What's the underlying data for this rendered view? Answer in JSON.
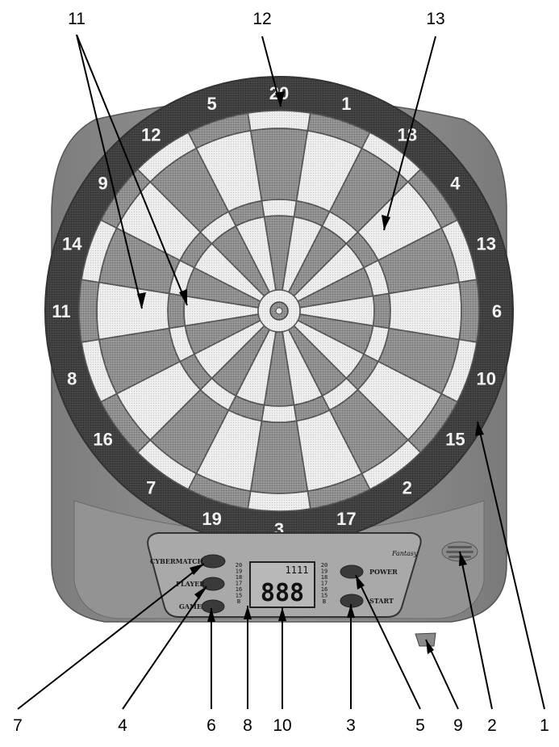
{
  "callouts": {
    "top": [
      "11",
      "12",
      "13"
    ],
    "bottom": [
      "7",
      "4",
      "6",
      "8",
      "10",
      "3",
      "5",
      "9",
      "2",
      "1"
    ]
  },
  "board_numbers": [
    "20",
    "1",
    "18",
    "4",
    "13",
    "6",
    "10",
    "15",
    "2",
    "17",
    "3",
    "19",
    "7",
    "16",
    "8",
    "11",
    "14",
    "9",
    "12",
    "5"
  ],
  "panel": {
    "buttons": {
      "cybermatch": "CYBERMATCH",
      "player": "PLAYER",
      "game": "GAME",
      "power": "POWER",
      "start": "START"
    },
    "logo": "Fantasy",
    "lcd_left_column": [
      "20",
      "19",
      "18",
      "17",
      "16",
      "15",
      "B"
    ],
    "lcd_right_column": [
      "20",
      "19",
      "18",
      "17",
      "16",
      "15",
      "B"
    ],
    "lcd_main": "888",
    "lcd_top": "1111"
  },
  "colors": {
    "background": "#ffffff",
    "case": "#8a8a8a",
    "ring": "#4a4a4a",
    "light_segment": "#ececec",
    "dark_segment": "#8c8c8c"
  }
}
